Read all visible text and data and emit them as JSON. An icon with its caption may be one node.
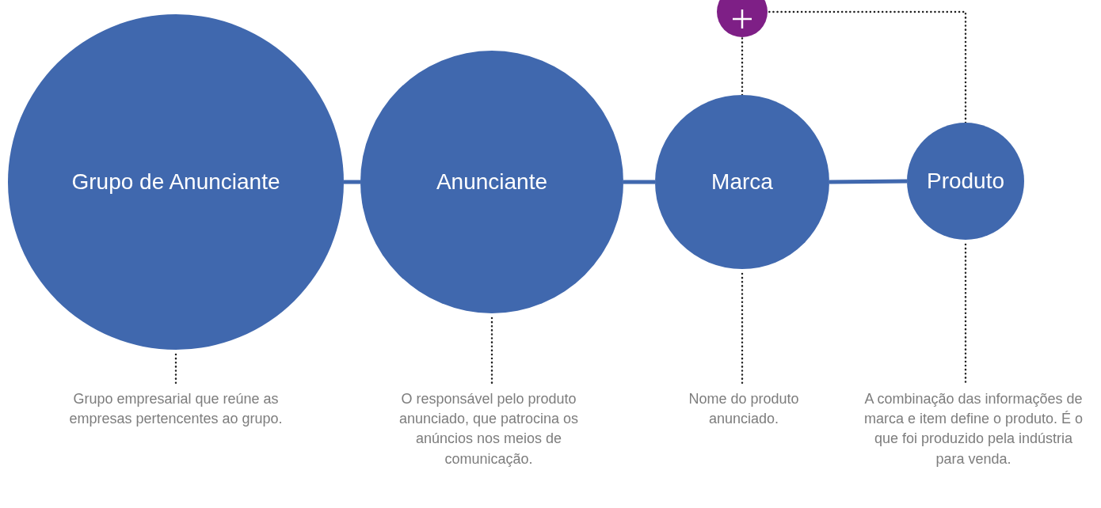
{
  "diagram": {
    "nodes": [
      {
        "text": [
          "Grupo de Anunciante"
        ]
      },
      {
        "text": [
          "Anunciante"
        ]
      },
      {
        "text": [
          "Marca"
        ]
      },
      {
        "text": [
          "Produto"
        ]
      },
      {
        "text": [],
        "shape": "circle"
      },
      {
        "text": [
          "Grupo empresarial que reúne as empresas pertencentes ao grupo."
        ]
      },
      {
        "text": [
          "O responsável pelo produto anunciado, que patrocina os anúncios nos meios de comunicação."
        ]
      },
      {
        "text": [
          "Nome do produto anunciado."
        ]
      },
      {
        "text": [
          "A combinação das informações de marca e item define o produto. É o que foi produzido pela indústria para venda."
        ]
      }
    ],
    "edges": [
      {
        "from": 0,
        "to": 1,
        "arrow": "none",
        "style": "thick",
        "color": "#4068ae"
      },
      {
        "from": 1,
        "to": 2,
        "arrow": "none",
        "style": "thick",
        "color": "#4068ae"
      },
      {
        "from": 2,
        "to": 3,
        "arrow": "none",
        "style": "thick",
        "color": "#4068ae"
      },
      {
        "from": 2,
        "to": 4,
        "arrow": "none",
        "style": "dashed"
      },
      {
        "from": 3,
        "to": 4,
        "arrow": "none",
        "style": "dashed"
      },
      {
        "from": 0,
        "to": 5,
        "arrow": "none",
        "style": "dashed"
      },
      {
        "from": 1,
        "to": 6,
        "arrow": "none",
        "style": "dashed"
      },
      {
        "from": 2,
        "to": 7,
        "arrow": "none",
        "style": "dashed"
      },
      {
        "from": 3,
        "to": 8,
        "arrow": "none",
        "style": "dashed"
      }
    ]
  }
}
